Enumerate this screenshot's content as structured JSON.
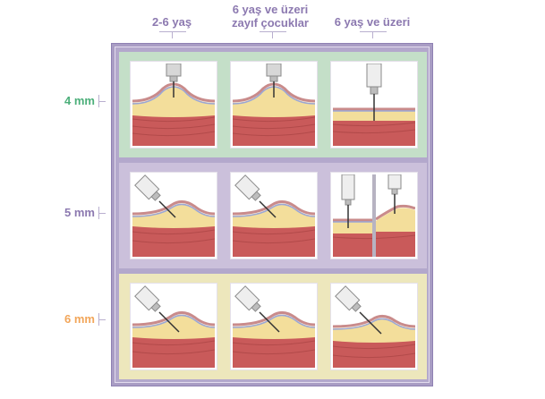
{
  "columns": {
    "col1": "2-6 yaş",
    "col2_line1": "6 yaş ve üzeri",
    "col2_line2": "zayıf çocuklar",
    "col3": "6 yaş ve üzeri"
  },
  "rows": [
    {
      "label": "4 mm",
      "color": "#4caf7a"
    },
    {
      "label": "5 mm",
      "color": "#8c79b0"
    },
    {
      "label": "6 mm",
      "color": "#f2a65a"
    }
  ],
  "colors": {
    "skin": "#c98b8b",
    "fat": "#f3de9b",
    "muscle": "#c95a5a",
    "frame": "#a99dc4",
    "band_green": "#c4dfc8",
    "band_purple": "#cbc0db",
    "band_yellow": "#ede7bc"
  }
}
